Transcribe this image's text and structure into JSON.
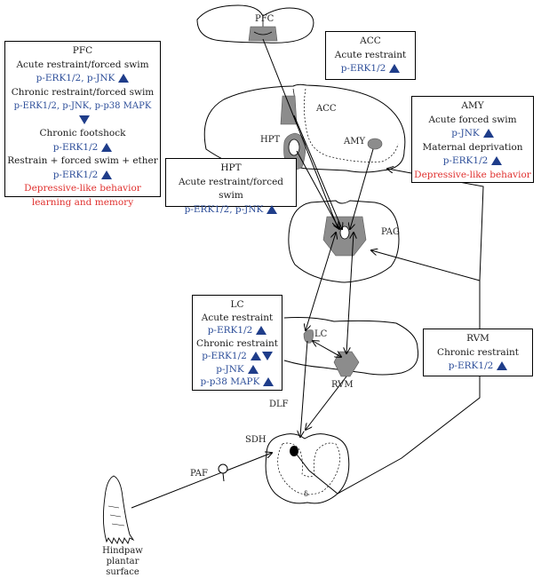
{
  "regions": {
    "pfc": "PFC",
    "acc": "ACC",
    "hpt": "HPT",
    "amy": "AMY",
    "pag": "PAG",
    "lc": "LC",
    "rvm": "RVM",
    "dlf": "DLF",
    "sdh": "SDH",
    "paf": "PAF",
    "hindpaw_line1": "Hindpaw",
    "hindpaw_line2": "plantar surface",
    "dot_label": "δ"
  },
  "boxes": {
    "pfc": {
      "title": "PFC",
      "l1": "Acute restraint/forced swim",
      "m1": "p-ERK1/2, p-JNK",
      "l2": "Chronic restraint/forced swim",
      "m2": "p-ERK1/2, p-JNK, p-p38 MAPK",
      "l3": "Chronic footshock",
      "m3": "p-ERK1/2",
      "l4": "Restrain + forced swim + ether",
      "m4": "p-ERK1/2",
      "r1": "Depressive-like behavior",
      "r2": "learning and memory"
    },
    "acc": {
      "title": "ACC",
      "l1": "Acute restraint",
      "m1": "p-ERK1/2"
    },
    "amy": {
      "title": "AMY",
      "l1": "Acute forced swim",
      "m1": "p-JNK",
      "l2": "Maternal deprivation",
      "m2": "p-ERK1/2",
      "r1": "Depressive-like behavior"
    },
    "hpt": {
      "title": "HPT",
      "l1": "Acute restraint/forced swim",
      "m1": "p-ERK1/2, p-JNK"
    },
    "lc": {
      "title": "LC",
      "l1": "Acute restraint",
      "m1": "p-ERK1/2",
      "l2": "Chronic restraint",
      "m2": "p-ERK1/2",
      "m3": "p-JNK",
      "m4": "p-p38 MAPK"
    },
    "rvm": {
      "title": "RVM",
      "l1": "Chronic restraint",
      "m1": "p-ERK1/2"
    }
  },
  "colors": {
    "marker_blue": "#2e4f9a",
    "behavior_red": "#e0312f",
    "triangle": "#1f3d8a",
    "region_fill": "#8c8c8c"
  }
}
